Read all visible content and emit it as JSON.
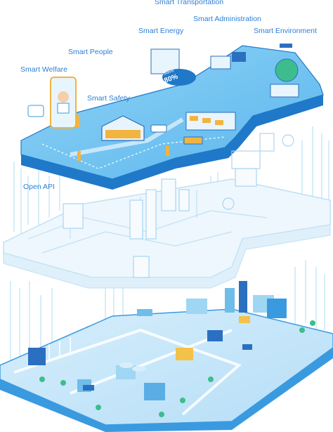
{
  "labels": {
    "smart_transportation": "Smart Transportation",
    "smart_administration": "Smart Administration",
    "smart_energy": "Smart Energy",
    "smart_environment": "Smart Environment",
    "smart_people": "Smart People",
    "smart_welfare": "Smart Welfare",
    "smart_safety": "Smart Safety",
    "open_api": "Open API"
  },
  "energy_badge": {
    "line1": "Save",
    "line2": "80%"
  },
  "colors": {
    "platform_top": "#7ac8f2",
    "platform_side": "#3a9ae0",
    "platform_edge": "#1f78c8",
    "middle_fill": "#eef7fd",
    "middle_line": "#bfe0f6",
    "label": "#2d7fd4",
    "rain": "#8ccff0"
  }
}
